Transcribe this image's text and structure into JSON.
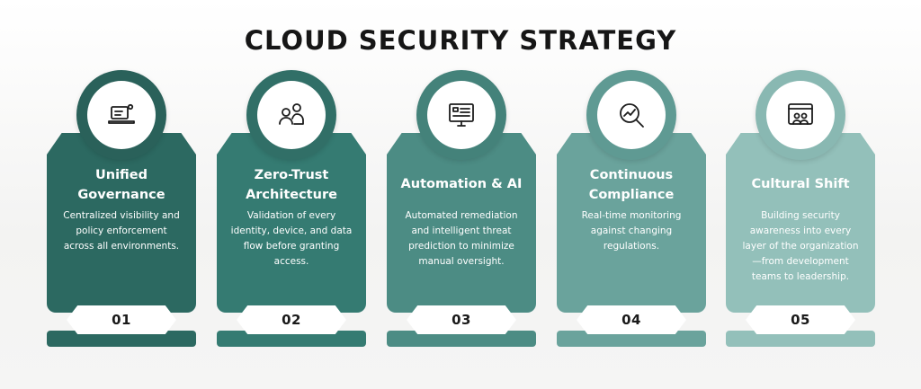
{
  "title": "CLOUD SECURITY STRATEGY",
  "cards": [
    {
      "heading": "Unified\nGovernance",
      "description": "Centralized visibility and policy enforcement across all environments.",
      "number": "01",
      "icon": "laptop-settings-icon",
      "color": "#2c6961",
      "ring_color": "#2a615a"
    },
    {
      "heading": "Zero-Trust\nArchitecture",
      "description": "Validation of every identity, device, and data flow before granting access.",
      "number": "02",
      "icon": "user-verification-icon",
      "color": "#357b72",
      "ring_color": "#316f67"
    },
    {
      "heading": "Automation & AI",
      "description": "Automated remediation and intelligent threat prediction to minimize manual oversight.",
      "number": "03",
      "icon": "monitor-automation-icon",
      "color": "#4c8c84",
      "ring_color": "#44827a"
    },
    {
      "heading": "Continuous\nCompliance",
      "description": "Real-time monitoring against changing regulations.",
      "number": "04",
      "icon": "search-analytics-icon",
      "color": "#6aa39c",
      "ring_color": "#5f9a93"
    },
    {
      "heading": "Cultural Shift",
      "description": "Building security awareness into every layer of the organization—from development teams to leadership.",
      "number": "05",
      "icon": "team-browser-icon",
      "color": "#93c0ba",
      "ring_color": "#89b8b2"
    }
  ]
}
